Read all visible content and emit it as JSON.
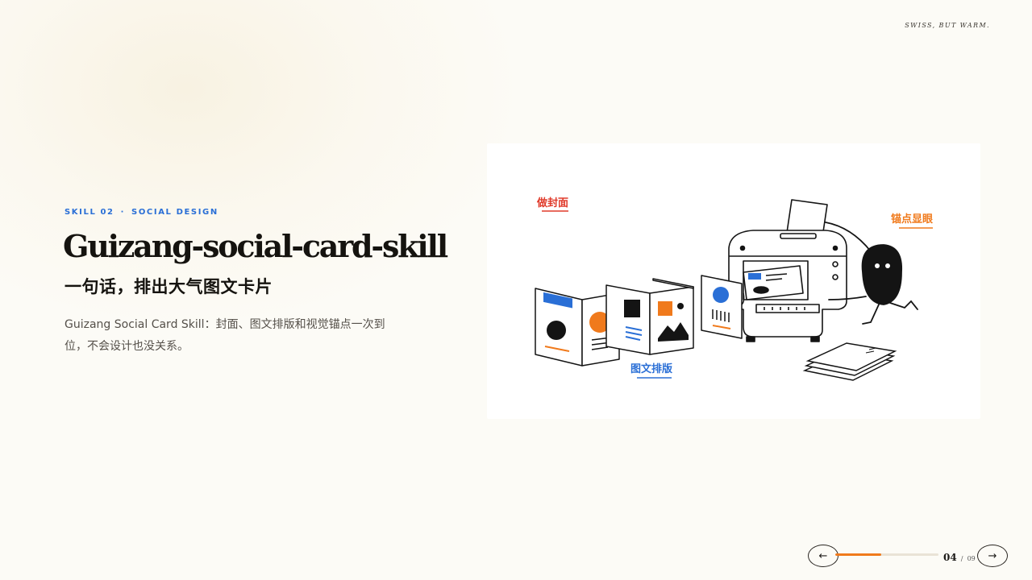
{
  "header": {
    "tagline": "SWISS, BUT WARM."
  },
  "slide": {
    "eyebrow_skill": "SKILL 02",
    "eyebrow_separator": "·",
    "eyebrow_category": "SOCIAL DESIGN",
    "title": "Guizang-social-card-skill",
    "subtitle": "一句话，排出大气图文卡片",
    "description": "Guizang Social Card Skill：封面、图文排版和视觉锚点一次到位，不会设计也没关系。"
  },
  "illustration": {
    "label_cover": "做封面",
    "label_layout": "图文排版",
    "label_anchor": "锚点显眼",
    "colors": {
      "red": "#e03a2a",
      "blue": "#2a6fd6",
      "orange": "#f07a1c",
      "ink": "#141414"
    }
  },
  "pager": {
    "prev_icon": "arrow-left-icon",
    "next_icon": "arrow-right-icon",
    "prev_glyph": "←",
    "next_glyph": "→",
    "current": "04",
    "separator": "/",
    "total": "09",
    "progress": 0.444
  }
}
